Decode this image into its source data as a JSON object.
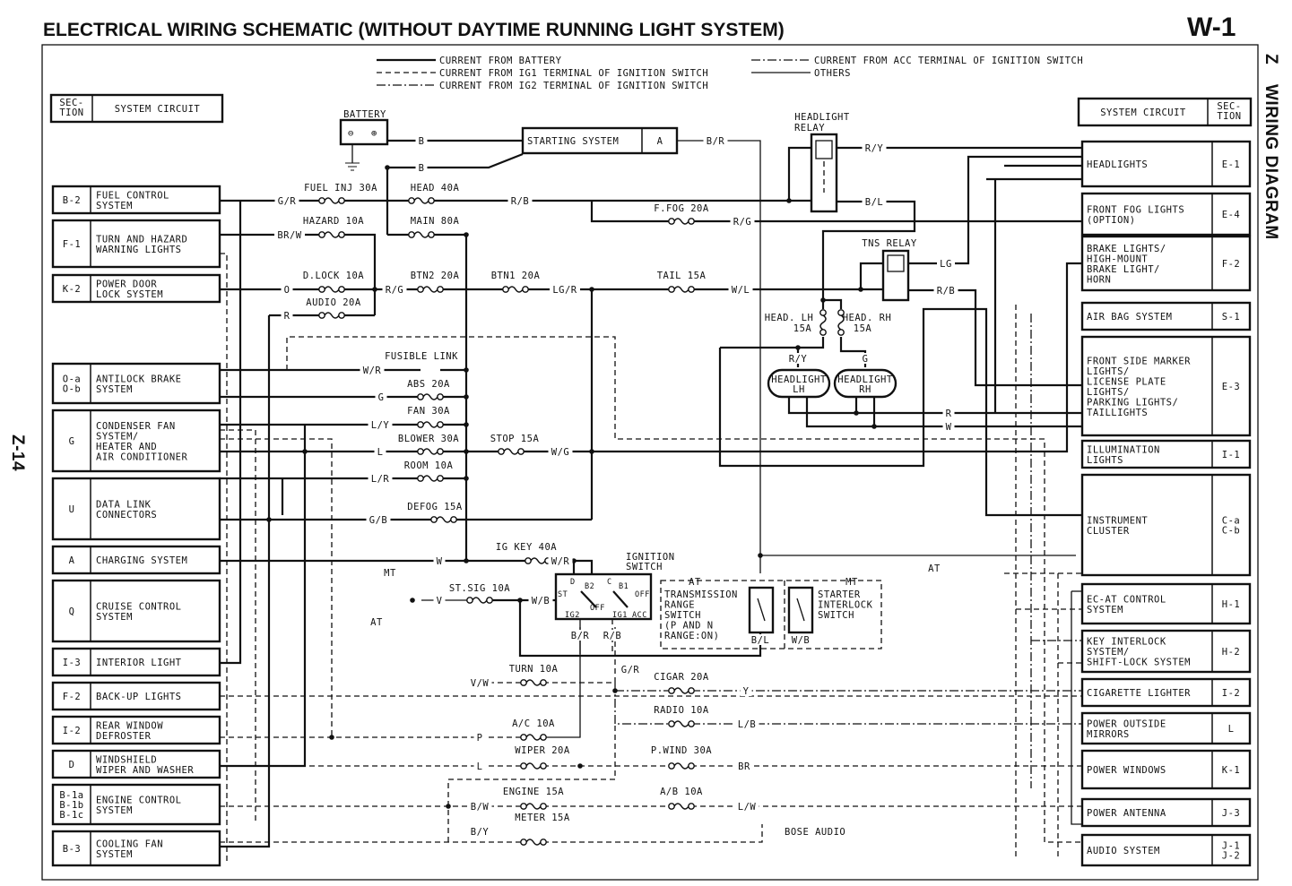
{
  "header": {
    "title": "ELECTRICAL WIRING SCHEMATIC (WITHOUT DAYTIME RUNNING LIGHT SYSTEM)",
    "page_code": "W-1",
    "side_letter": "Z",
    "side_title": "WIRING DIAGRAM",
    "page_number": "Z-14"
  },
  "legend": [
    "CURRENT FROM BATTERY",
    "CURRENT FROM IG1 TERMINAL OF IGNITION SWITCH",
    "CURRENT FROM IG2 TERMINAL OF IGNITION SWITCH",
    "CURRENT FROM ACC TERMINAL OF IGNITION SWITCH",
    "OTHERS"
  ],
  "table_header": {
    "section_1": "SEC-",
    "section_2": "TION",
    "system": "SYSTEM CIRCUIT"
  },
  "left_systems": [
    {
      "code": [
        "B-2"
      ],
      "name": [
        "FUEL CONTROL",
        "SYSTEM"
      ]
    },
    {
      "code": [
        "F-1"
      ],
      "name": [
        "TURN AND HAZARD",
        "WARNING LIGHTS"
      ]
    },
    {
      "code": [
        "K-2"
      ],
      "name": [
        "POWER DOOR",
        "LOCK SYSTEM"
      ]
    },
    {
      "code": [
        "O-a",
        "O-b"
      ],
      "name": [
        "ANTILOCK BRAKE",
        "SYSTEM"
      ]
    },
    {
      "code": [
        "G"
      ],
      "name": [
        "CONDENSER FAN",
        "SYSTEM/",
        "HEATER AND",
        "AIR CONDITIONER"
      ]
    },
    {
      "code": [
        "U"
      ],
      "name": [
        "DATA LINK",
        "CONNECTORS"
      ]
    },
    {
      "code": [
        "A"
      ],
      "name": [
        "CHARGING SYSTEM"
      ]
    },
    {
      "code": [
        "Q"
      ],
      "name": [
        "CRUISE CONTROL",
        "SYSTEM"
      ]
    },
    {
      "code": [
        "I-3"
      ],
      "name": [
        "INTERIOR LIGHT"
      ]
    },
    {
      "code": [
        "F-2"
      ],
      "name": [
        "BACK-UP LIGHTS"
      ]
    },
    {
      "code": [
        "I-2"
      ],
      "name": [
        "REAR WINDOW",
        "DEFROSTER"
      ]
    },
    {
      "code": [
        "D"
      ],
      "name": [
        "WINDSHIELD",
        "WIPER AND WASHER"
      ]
    },
    {
      "code": [
        "B-1a",
        "B-1b",
        "B-1c"
      ],
      "name": [
        "ENGINE CONTROL",
        "SYSTEM"
      ]
    },
    {
      "code": [
        "B-3"
      ],
      "name": [
        "COOLING FAN",
        "SYSTEM"
      ]
    }
  ],
  "right_systems": [
    {
      "code": [
        "E-1"
      ],
      "name": [
        "HEADLIGHTS"
      ]
    },
    {
      "code": [
        "E-4"
      ],
      "name": [
        "FRONT FOG LIGHTS",
        "(OPTION)"
      ]
    },
    {
      "code": [
        "F-2"
      ],
      "name": [
        "BRAKE LIGHTS/",
        "HIGH-MOUNT",
        "BRAKE LIGHT/",
        "HORN"
      ]
    },
    {
      "code": [
        "S-1"
      ],
      "name": [
        "AIR BAG SYSTEM"
      ]
    },
    {
      "code": [
        "E-3"
      ],
      "name": [
        "FRONT SIDE MARKER",
        "LIGHTS/",
        "LICENSE PLATE",
        "LIGHTS/",
        "PARKING LIGHTS/",
        "TAILLIGHTS"
      ]
    },
    {
      "code": [
        "I-1"
      ],
      "name": [
        "ILLUMINATION",
        "LIGHTS"
      ]
    },
    {
      "code": [
        "C-a",
        "C-b"
      ],
      "name": [
        "INSTRUMENT",
        "CLUSTER"
      ]
    },
    {
      "code": [
        "H-1"
      ],
      "name": [
        "EC-AT CONTROL",
        "SYSTEM"
      ]
    },
    {
      "code": [
        "H-2"
      ],
      "name": [
        "KEY INTERLOCK",
        "SYSTEM/",
        "SHIFT-LOCK SYSTEM"
      ]
    },
    {
      "code": [
        "I-2"
      ],
      "name": [
        "CIGARETTE LIGHTER"
      ]
    },
    {
      "code": [
        "L"
      ],
      "name": [
        "POWER OUTSIDE",
        "MIRRORS"
      ]
    },
    {
      "code": [
        "K-1"
      ],
      "name": [
        "POWER WINDOWS"
      ]
    },
    {
      "code": [
        "J-3"
      ],
      "name": [
        "POWER ANTENNA"
      ]
    },
    {
      "code": [
        "J-1",
        "J-2"
      ],
      "name": [
        "AUDIO SYSTEM"
      ]
    }
  ],
  "fuses": [
    "FUEL INJ 30A",
    "HEAD 40A",
    "HAZARD 10A",
    "MAIN 80A",
    "F.FOG 20A",
    "D.LOCK 10A",
    "BTN2 20A",
    "BTN1 20A",
    "TAIL 15A",
    "AUDIO 20A",
    "FUSIBLE LINK",
    "ABS 20A",
    "FAN 30A",
    "BLOWER 30A",
    "STOP 15A",
    "ROOM 10A",
    "DEFOG 15A",
    "IG KEY 40A",
    "ST.SIG 10A",
    "TURN 10A",
    "CIGAR 20A",
    "RADIO 10A",
    "A/C 10A",
    "WIPER 20A",
    "P.WIND 30A",
    "ENGINE 15A",
    "A/B 10A",
    "METER 15A"
  ],
  "wire_labels": [
    "B",
    "B",
    "B/R",
    "G/R",
    "R/B",
    "BR/W",
    "R/G",
    "O",
    "R/G",
    "LG/R",
    "W/L",
    "R",
    "W/R",
    "G",
    "L/Y",
    "L",
    "W/G",
    "L/R",
    "G/B",
    "W",
    "W/R",
    "V",
    "W/B",
    "B/R",
    "R/B",
    "G/R",
    "V/W",
    "Y",
    "L/B",
    "P",
    "L",
    "BR",
    "B/W",
    "L/W",
    "B/Y",
    "R/Y",
    "B/L",
    "LG",
    "R/B",
    "R/Y",
    "G",
    "R",
    "W",
    "B/L",
    "W/B"
  ],
  "components": {
    "battery": "BATTERY",
    "starting_system": "STARTING SYSTEM",
    "starting_code": "A",
    "headlight_relay": [
      "HEADLIGHT",
      "RELAY"
    ],
    "tns_relay": "TNS RELAY",
    "head_lh_fuse": [
      "HEAD. LH",
      "15A"
    ],
    "head_rh_fuse": [
      "HEAD. RH",
      "15A"
    ],
    "headlight_lh": [
      "HEADLIGHT",
      "LH"
    ],
    "headlight_rh": [
      "HEADLIGHT",
      "RH"
    ],
    "ignition_switch": [
      "IGNITION",
      "SWITCH"
    ],
    "ignition_terminals": [
      "D",
      "C",
      "B2",
      "B1",
      "ST",
      "OFF",
      "OFF",
      "IG2",
      "IG1",
      "ACC"
    ],
    "at_label": "AT",
    "mt_label": "MT",
    "transmission_switch": [
      "TRANSMISSION",
      "RANGE",
      "SWITCH",
      "(P AND N",
      " RANGE:ON)"
    ],
    "starter_interlock": [
      "STARTER",
      "INTERLOCK",
      "SWITCH"
    ],
    "mt_note": "MT",
    "at_note": "AT",
    "at_note_right": "AT",
    "bose_audio": "BOSE AUDIO"
  }
}
